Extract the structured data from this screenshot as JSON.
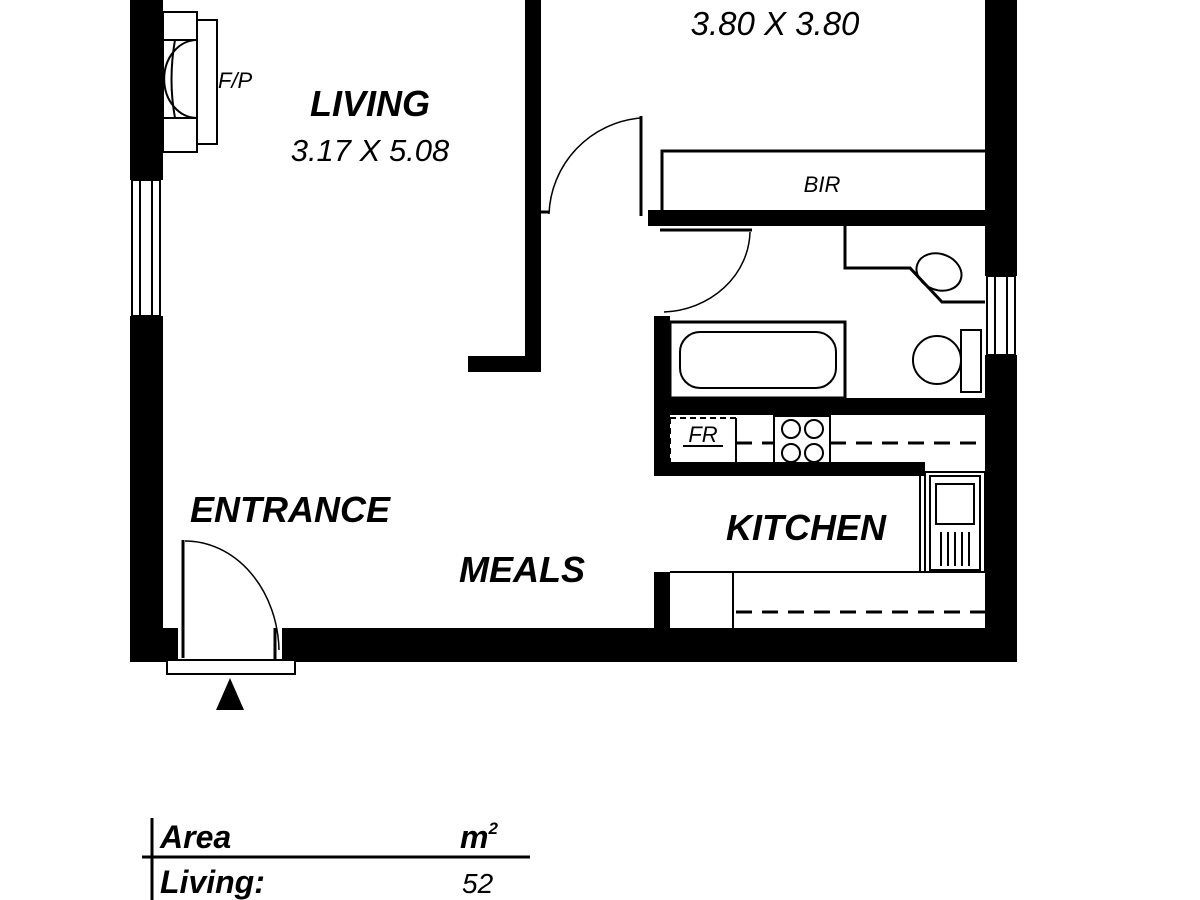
{
  "rooms": {
    "bedroom_dims": "3.80 X 3.80",
    "living_name": "LIVING",
    "living_dims": "3.17 X 5.08",
    "fireplace": "F/P",
    "built_in_robe": "BIR",
    "fridge": "FR",
    "entrance": "ENTRANCE",
    "meals": "MEALS",
    "kitchen": "KITCHEN"
  },
  "area_table": {
    "header_label": "Area",
    "header_unit_base": "m",
    "header_unit_exp": "2",
    "living_label": "Living:",
    "living_value": "52"
  },
  "colors": {
    "wall": "#000000",
    "background": "#ffffff"
  }
}
